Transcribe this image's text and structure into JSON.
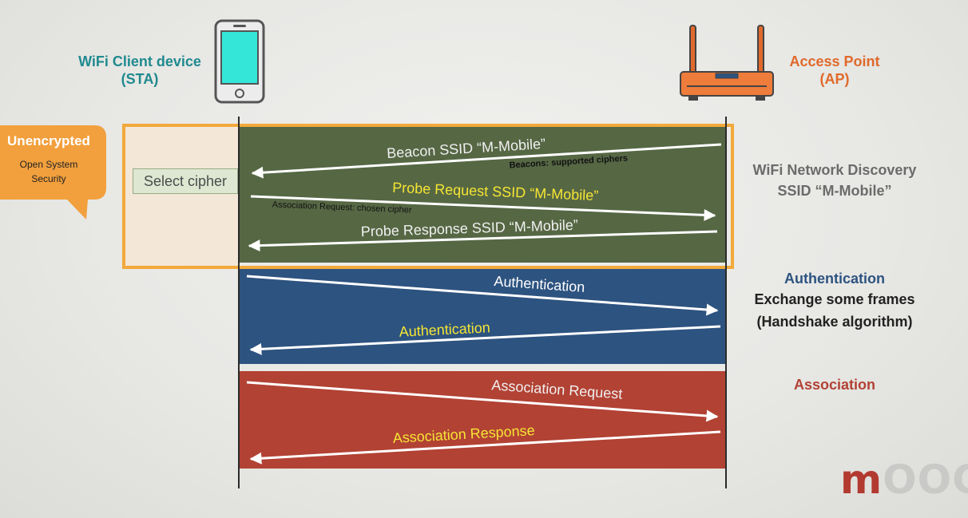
{
  "client": {
    "label_line1": "WiFi Client device",
    "label_line2": "(STA)",
    "icon": "smartphone-icon"
  },
  "access_point": {
    "label_line1": "Access Point",
    "label_line2": "(AP)",
    "icon": "router-icon"
  },
  "bubble": {
    "title": "Unencrypted",
    "subtitle_line1": "Open System",
    "subtitle_line2": "Security"
  },
  "select_cipher": "Select cipher",
  "phases": {
    "discovery": {
      "label_line1": "WiFi Network Discovery",
      "label_line2": "SSID “M-Mobile”",
      "messages": [
        {
          "text": "Beacon SSID “M-Mobile”",
          "direction": "ap-to-sta"
        },
        {
          "text": "Probe Request SSID “M-Mobile”",
          "direction": "sta-to-ap"
        },
        {
          "text": "Probe Response SSID “M-Mobile”",
          "direction": "ap-to-sta"
        }
      ],
      "notes": [
        "Beacons: supported ciphers",
        "Association Request: chosen cipher"
      ]
    },
    "authentication": {
      "title": "Authentication",
      "line1": "Exchange some frames",
      "line2": "(Handshake algorithm)",
      "messages": [
        {
          "text": "Authentication",
          "direction": "sta-to-ap"
        },
        {
          "text": "Authentication",
          "direction": "ap-to-sta"
        }
      ]
    },
    "association": {
      "title": "Association",
      "messages": [
        {
          "text": "Association Request",
          "direction": "sta-to-ap"
        },
        {
          "text": "Association Response",
          "direction": "ap-to-sta"
        }
      ]
    }
  },
  "logo": {
    "first": "m",
    "rest": "OOCA"
  },
  "colors": {
    "client": "#1f8a8f",
    "access_point": "#e0692a",
    "discovery_lane": "#566744",
    "authentication_lane": "#2d5380",
    "association_lane": "#b24234",
    "highlight": "#f2a93b",
    "yellow_text": "#f5e633"
  }
}
